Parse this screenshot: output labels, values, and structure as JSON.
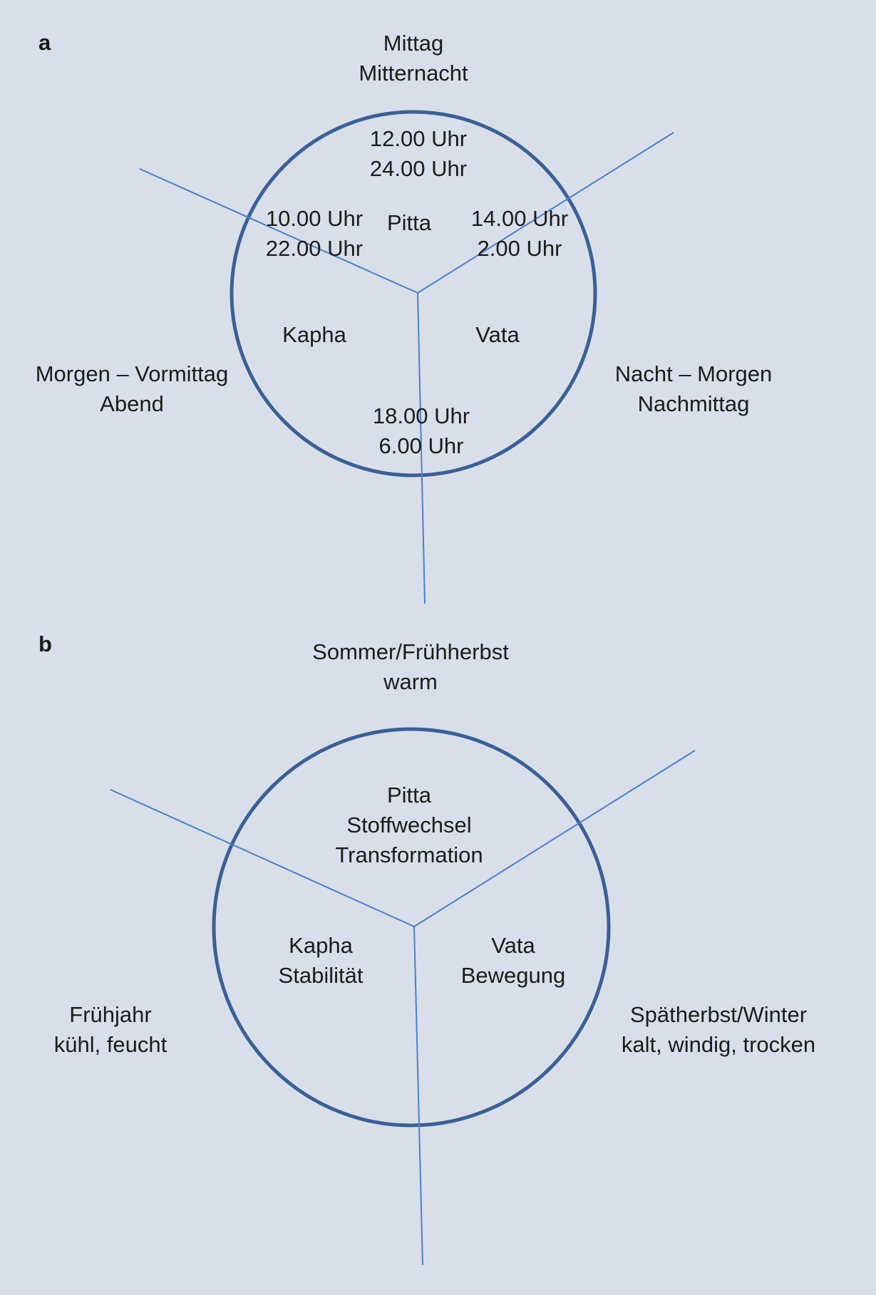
{
  "colors": {
    "background": "#d8dfeb",
    "circle": "#3d5f92",
    "divider": "#4f7fc2",
    "text": "#1b1b1b"
  },
  "panel_a": {
    "letter": "a",
    "top_outer": [
      "Mittag",
      "Mitternacht"
    ],
    "top_inner": [
      "12.00 Uhr",
      "24.00 Uhr"
    ],
    "upper_left_time": [
      "10.00 Uhr",
      "22.00 Uhr"
    ],
    "upper_right_time": [
      "14.00 Uhr",
      "2.00 Uhr"
    ],
    "pitta": "Pitta",
    "kapha": "Kapha",
    "vata": "Vata",
    "left_outer": [
      "Morgen – Vormittag",
      "Abend"
    ],
    "right_outer": [
      "Nacht – Morgen",
      "Nachmittag"
    ],
    "bottom_inner": [
      "18.00 Uhr",
      "6.00 Uhr"
    ]
  },
  "panel_b": {
    "letter": "b",
    "top_outer": [
      "Sommer/Frühherbst",
      "warm"
    ],
    "pitta": [
      "Pitta",
      "Stoffwechsel",
      "Transformation"
    ],
    "kapha": [
      "Kapha",
      "Stabilität"
    ],
    "vata": [
      "Vata",
      "Bewegung"
    ],
    "left_outer": [
      "Frühjahr",
      "kühl, feucht"
    ],
    "right_outer": [
      "Spätherbst/Winter",
      "kalt, windig, trocken"
    ]
  }
}
